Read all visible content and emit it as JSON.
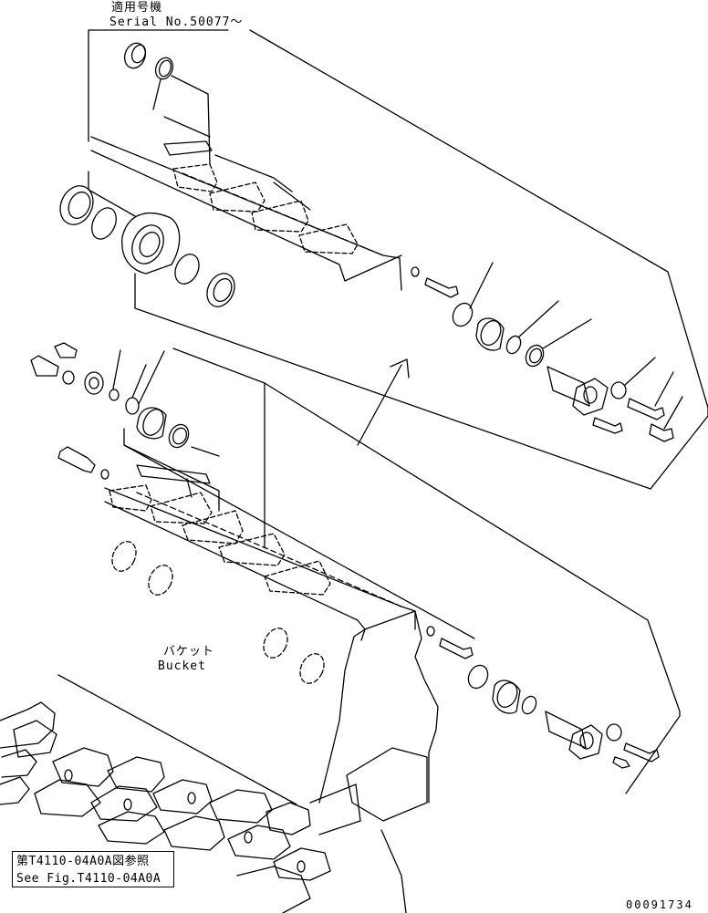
{
  "serial": {
    "label_jp": "適用号機",
    "label_en": "Serial No.50077～"
  },
  "bucket": {
    "label_jp": "バケット",
    "label_en": "Bucket"
  },
  "reference": {
    "jp": "第T4110-04A0A図参照",
    "en": "See Fig.T4110-04A0A"
  },
  "drawing_number": "00091734"
}
